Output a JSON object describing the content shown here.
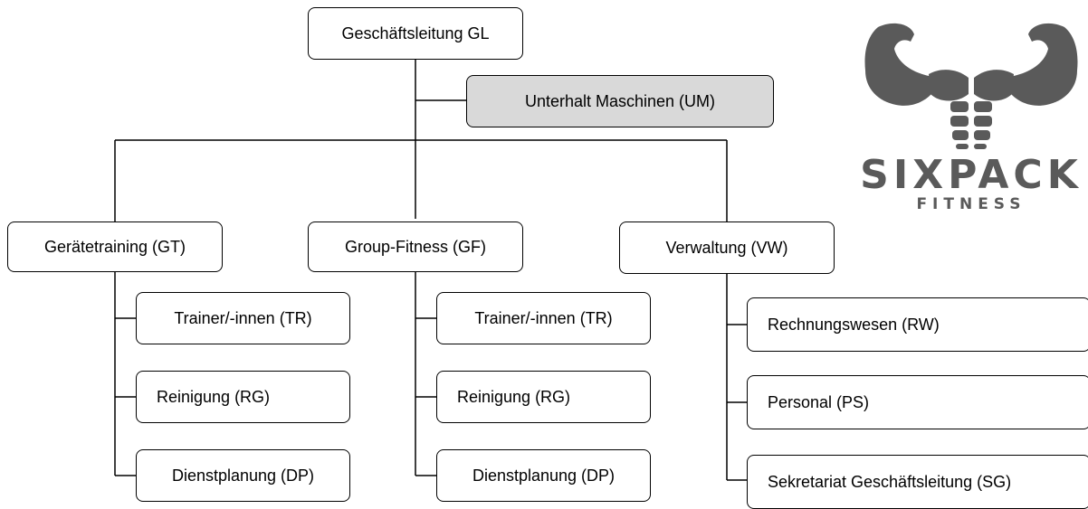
{
  "org": {
    "top": "Geschäftsleitung GL",
    "staff": "Unterhalt Maschinen (UM)",
    "departments": [
      {
        "label": "Gerätetraining (GT)",
        "units": [
          "Trainer/-innen (TR)",
          "Reinigung (RG)",
          "Dienstplanung (DP)"
        ]
      },
      {
        "label": "Group-Fitness (GF)",
        "units": [
          "Trainer/-innen (TR)",
          "Reinigung (RG)",
          "Dienstplanung (DP)"
        ]
      },
      {
        "label": "Verwaltung (VW)",
        "units": [
          "Rechnungswesen (RW)",
          "Personal (PS)",
          "Sekretariat Geschäftsleitung (SG)"
        ]
      }
    ]
  },
  "logo": {
    "wordmark": "SIXPACK",
    "subtitle": "FITNESS",
    "color": "#5a5a5a"
  }
}
